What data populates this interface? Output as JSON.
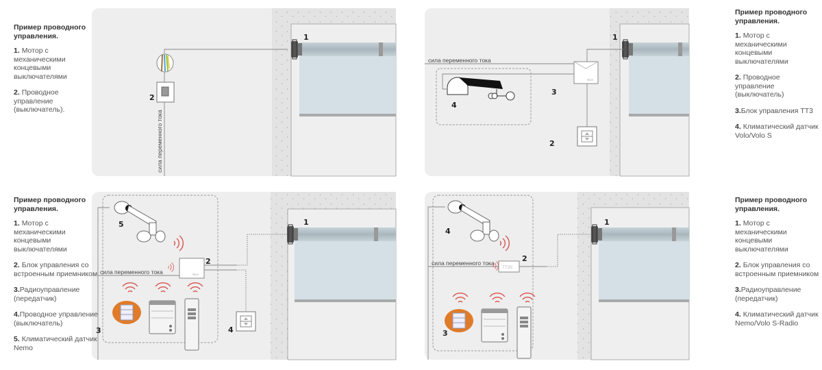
{
  "panels": [
    {
      "title": "Пример проводного управления.",
      "items": [
        {
          "num": "1.",
          "text": "Мотор с механическими концевыми выключателями"
        },
        {
          "num": "2.",
          "text": "Проводное управление (выключатель)."
        }
      ],
      "wire_label": "сила переменного тока",
      "markers": [
        "1",
        "2"
      ]
    },
    {
      "title": "Пример проводного управления.",
      "items": [
        {
          "num": "1.",
          "text": "Мотор с механическими концевыми выключателями"
        },
        {
          "num": "2.",
          "text": "Проводное управление (выключатель)"
        },
        {
          "num": "3.",
          "text": "Блок управления TT3"
        },
        {
          "num": "4.",
          "text": "Климатический датчик Volo/Volo S"
        }
      ],
      "wire_label": "сила переменного тока",
      "markers": [
        "1",
        "2",
        "3",
        "4"
      ],
      "box_brand": "Nice"
    },
    {
      "title": "Пример проводного управления.",
      "items": [
        {
          "num": "1.",
          "text": "Мотор с механическими концевыми выключателями"
        },
        {
          "num": "2.",
          "text": "Блок управления со встроенным приемником"
        },
        {
          "num": "3.",
          "text": "Радиоуправление (передатчик)"
        },
        {
          "num": "4.",
          "text": "Проводное управление (выключатель)"
        },
        {
          "num": "5.",
          "text": "Климатический датчик Nemo"
        }
      ],
      "wire_label": "сила переменного тока",
      "markers": [
        "1",
        "2",
        "3",
        "4",
        "5"
      ],
      "box_brand": "Nice"
    },
    {
      "title": "Пример проводного управления.",
      "items": [
        {
          "num": "1.",
          "text": "Мотор с механическими концевыми выключателями"
        },
        {
          "num": "2.",
          "text": "Блок управления со встроенным приемником"
        },
        {
          "num": "3.",
          "text": "Радиоуправление (передатчик)"
        },
        {
          "num": "4.",
          "text": "Климатический датчик Nemo/Volo S-Radio"
        }
      ],
      "wire_label": "сила переменного тока",
      "markers": [
        "1",
        "2",
        "3",
        "4"
      ],
      "box_label": "TT2N"
    }
  ],
  "colors": {
    "panel": "#eeeeee",
    "wall": "#e3e3e3",
    "fabric": "#d5e0e6",
    "radio": "#d9534f",
    "orange": "#e07b2a"
  }
}
